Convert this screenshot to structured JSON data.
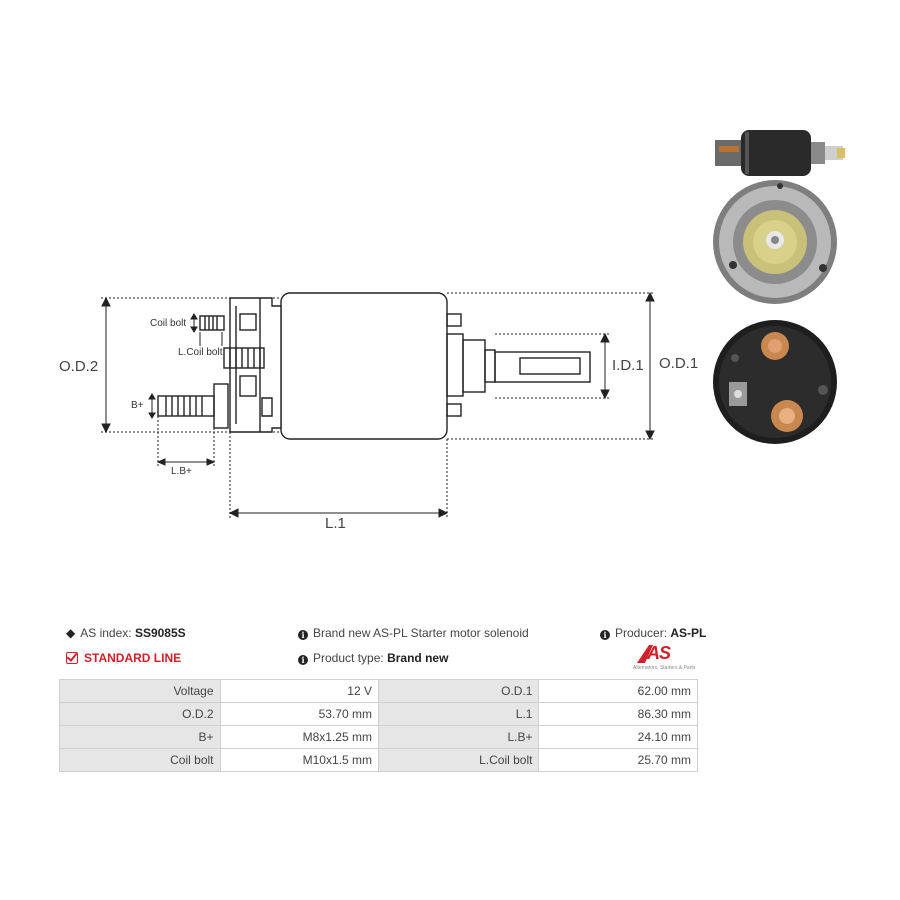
{
  "drawing": {
    "od2": "O.D.2",
    "od1": "O.D.1",
    "id1": "I.D.1",
    "l1": "L.1",
    "lb": "L.B+",
    "bplus": "B+",
    "coil_bolt": "Coil bolt",
    "l_coil_bolt": "L.Coil bolt"
  },
  "info": {
    "index_label": "AS index:",
    "index_value": "SS9085S",
    "description": "Brand new AS-PL Starter motor solenoid",
    "producer_label": "Producer:",
    "producer_value": "AS-PL",
    "standard_line": "STANDARD LINE",
    "type_label": "Product type:",
    "type_value": "Brand new"
  },
  "logo": {
    "text": "AS",
    "subtitle": "Alternators, Starters & Parts"
  },
  "specs": [
    {
      "k1": "Voltage",
      "v1": "12 V",
      "k2": "O.D.1",
      "v2": "62.00 mm"
    },
    {
      "k1": "O.D.2",
      "v1": "53.70 mm",
      "k2": "L.1",
      "v2": "86.30 mm"
    },
    {
      "k1": "B+",
      "v1": "M8x1.25 mm",
      "k2": "L.B+",
      "v2": "24.10 mm"
    },
    {
      "k1": "Coil bolt",
      "v1": "M10x1.5 mm",
      "k2": "L.Coil bolt",
      "v2": "25.70 mm"
    }
  ]
}
